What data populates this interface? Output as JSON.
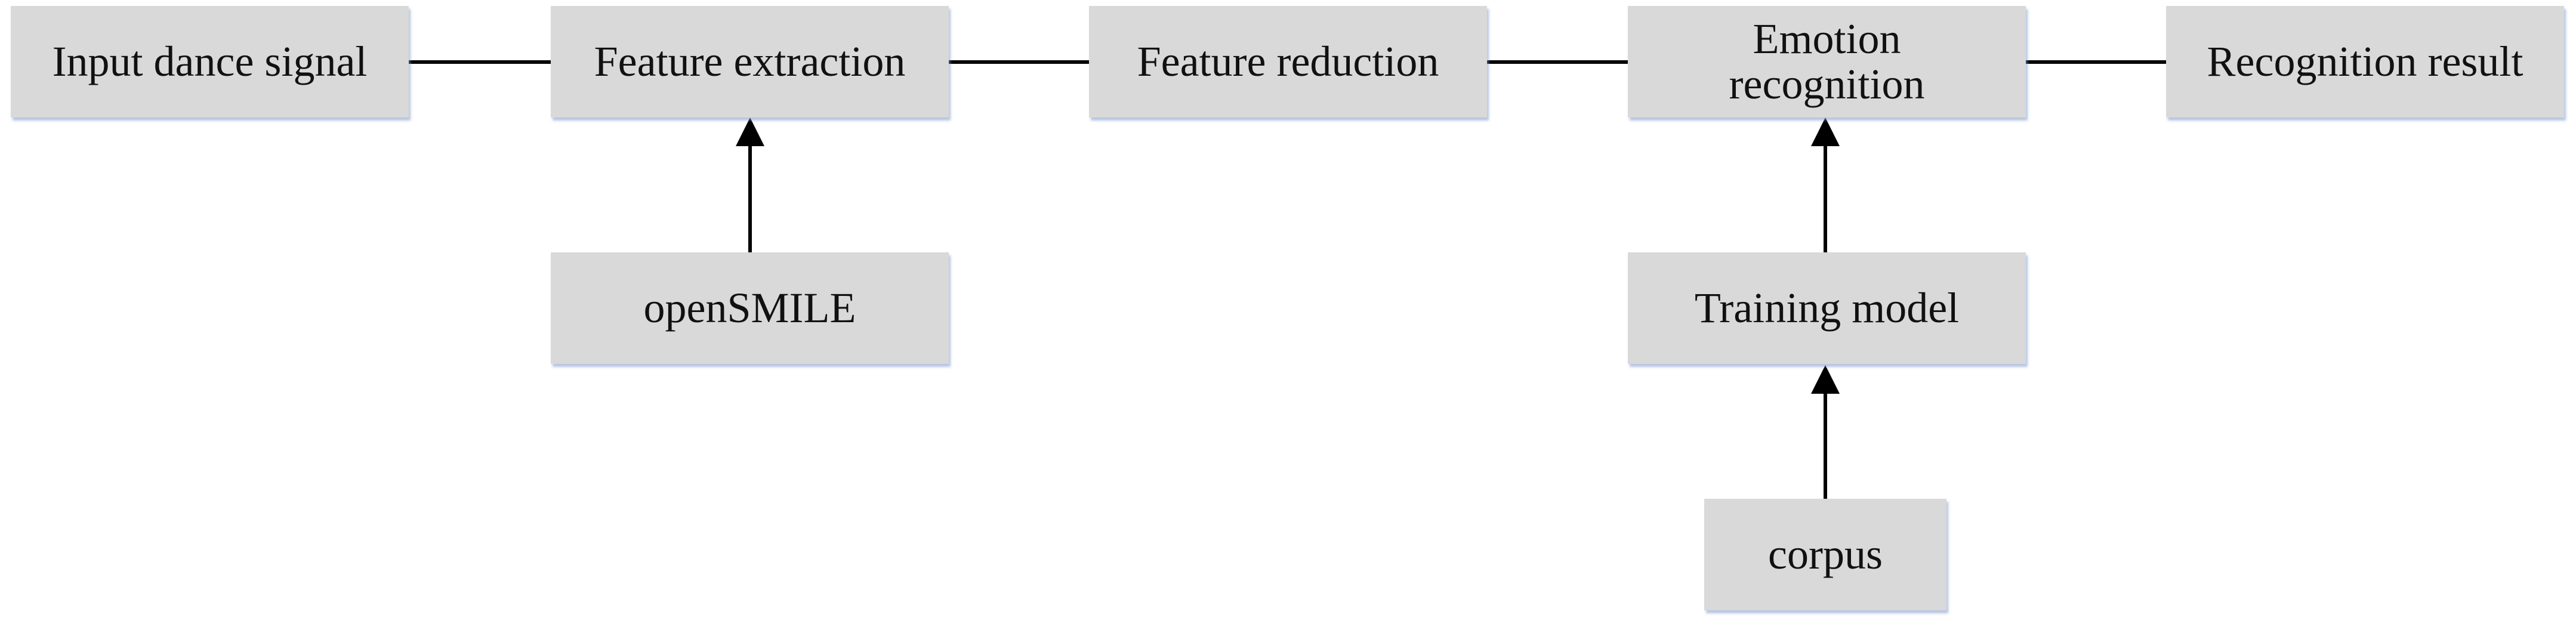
{
  "nodes": {
    "input": {
      "label": "Input dance signal"
    },
    "extract": {
      "label": "Feature extraction"
    },
    "reduce": {
      "label": "Feature reduction"
    },
    "emotion": {
      "label": "Emotion\nrecognition"
    },
    "result": {
      "label": "Recognition result"
    },
    "opensmile": {
      "label": "openSMILE"
    },
    "training": {
      "label": "Training model"
    },
    "corpus": {
      "label": "corpus"
    }
  },
  "edges": [
    {
      "from": "input",
      "to": "extract"
    },
    {
      "from": "extract",
      "to": "reduce"
    },
    {
      "from": "reduce",
      "to": "emotion"
    },
    {
      "from": "emotion",
      "to": "result"
    },
    {
      "from": "opensmile",
      "to": "extract"
    },
    {
      "from": "training",
      "to": "emotion"
    },
    {
      "from": "corpus",
      "to": "training"
    }
  ],
  "colors": {
    "box_fill": "#d9d9d9",
    "box_shadow": "#7896c8",
    "arrow": "#000000",
    "text": "#111111"
  }
}
